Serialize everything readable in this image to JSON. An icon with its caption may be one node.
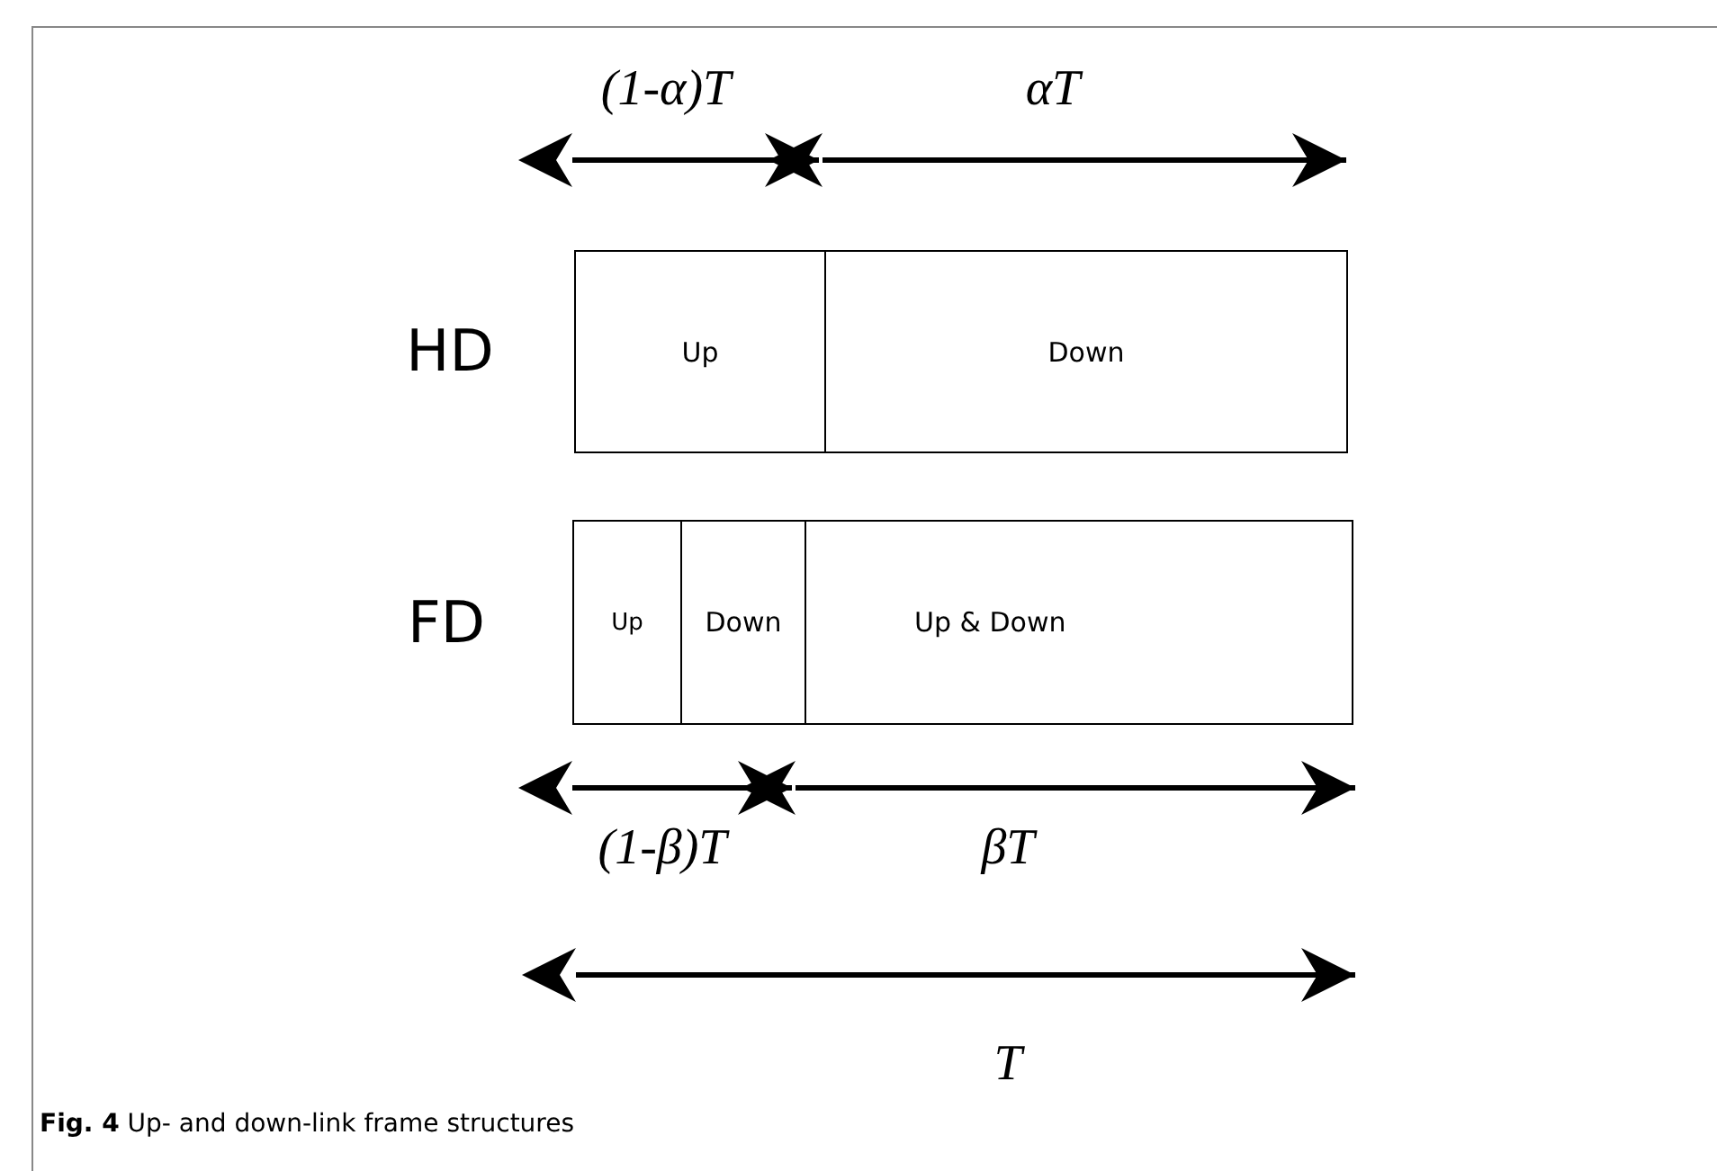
{
  "diagram": {
    "caption": "**Fig. 4** Up- and down-link frame structures",
    "nodes": [
      {
        "text": [
          "Up"
        ]
      },
      {
        "text": [
          "Down"
        ]
      },
      {
        "text": [
          "Up"
        ]
      },
      {
        "text": [
          "Down"
        ]
      },
      {
        "text": [
          "Up & Down"
        ]
      }
    ],
    "labels": [
      "(1-α)T",
      "αT",
      "HD",
      "FD",
      "(1-β)T",
      "βT",
      "T"
    ]
  }
}
